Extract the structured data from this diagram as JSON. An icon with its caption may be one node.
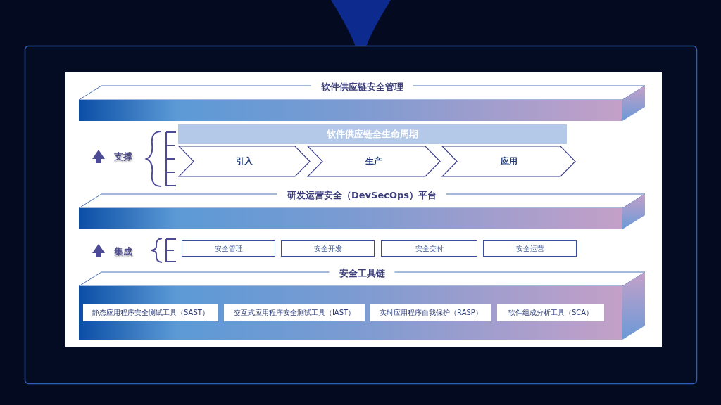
{
  "diagram": {
    "nodes": [
      {
        "text": [
          "软件供应链安全管理"
        ]
      },
      {
        "text": [
          "软件供应链全生命周期"
        ]
      },
      {
        "text": [
          "引入"
        ]
      },
      {
        "text": [
          "生产"
        ]
      },
      {
        "text": [
          "应用"
        ]
      },
      {
        "text": [
          "研发运营安全（DevSecOps）平台"
        ]
      },
      {
        "text": [
          "安全管理"
        ]
      },
      {
        "text": [
          "安全开发"
        ]
      },
      {
        "text": [
          "安全交付"
        ]
      },
      {
        "text": [
          "安全运营"
        ]
      },
      {
        "text": [
          "安全工具链"
        ]
      },
      {
        "text": [
          "静态应用程序安全测试工具（SAST）"
        ],
        "in": 10
      },
      {
        "text": [
          "交互式应用程序安全测试工具（IAST）"
        ],
        "in": 10
      },
      {
        "text": [
          "实时应用程序自我保护（RASP）"
        ],
        "in": 10
      },
      {
        "text": [
          "软件组成分析工具（SCA）"
        ],
        "in": 10
      }
    ],
    "edges": [],
    "labels": [
      "支撑",
      "集成"
    ]
  }
}
